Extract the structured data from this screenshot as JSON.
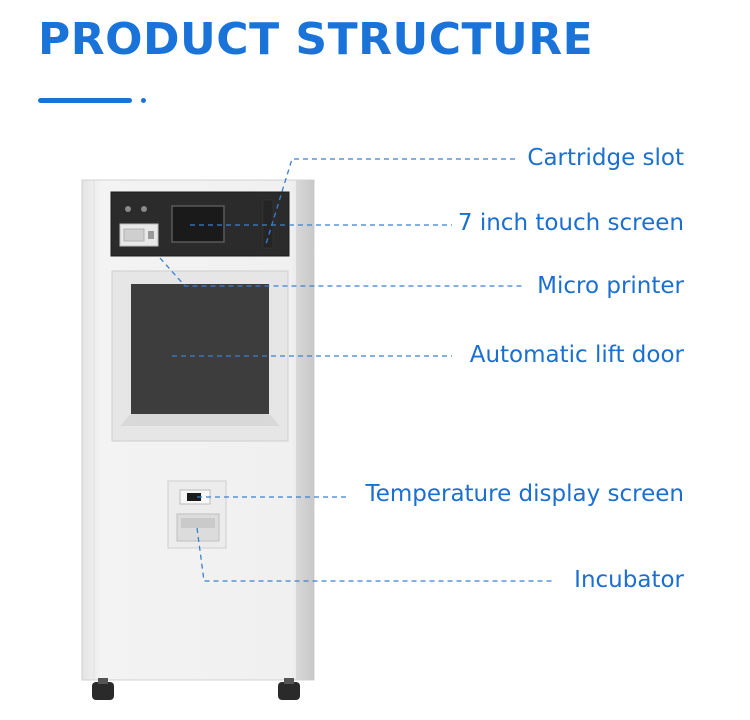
{
  "header": {
    "title": "PRODUCT STRUCTURE"
  },
  "labels": [
    {
      "key": "cartridge_slot",
      "text": "Cartridge slot"
    },
    {
      "key": "touch_screen",
      "text": "7 inch touch screen"
    },
    {
      "key": "micro_printer",
      "text": "Micro printer"
    },
    {
      "key": "lift_door",
      "text": "Automatic lift door"
    },
    {
      "key": "temp_display",
      "text": "Temperature display screen"
    },
    {
      "key": "incubator",
      "text": "Incubator"
    }
  ],
  "colors": {
    "accent": "#1a73d9",
    "cabinet": "#efefef",
    "panel_dark": "#2e2e2e",
    "window_dark": "#3c3c3c",
    "leader_line": "#3a7fd0"
  }
}
